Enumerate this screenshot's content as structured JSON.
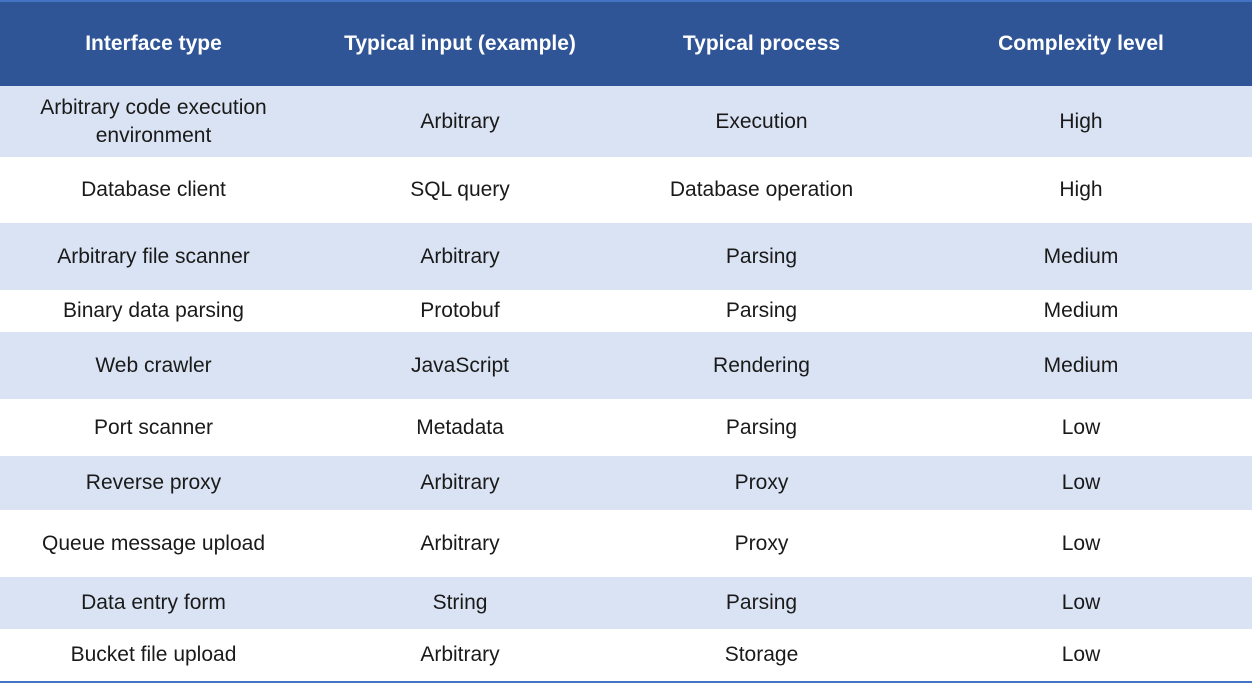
{
  "table": {
    "headers": [
      "Interface type",
      "Typical input (example)",
      "Typical process",
      "Complexity level"
    ],
    "rows": [
      [
        "Arbitrary code execution environment",
        "Arbitrary",
        "Execution",
        "High"
      ],
      [
        "Database client",
        "SQL query",
        "Database operation",
        "High"
      ],
      [
        "Arbitrary file scanner",
        "Arbitrary",
        "Parsing",
        "Medium"
      ],
      [
        "Binary data parsing",
        "Protobuf",
        "Parsing",
        "Medium"
      ],
      [
        "Web crawler",
        "JavaScript",
        "Rendering",
        "Medium"
      ],
      [
        "Port scanner",
        "Metadata",
        "Parsing",
        "Low"
      ],
      [
        "Reverse proxy",
        "Arbitrary",
        "Proxy",
        "Low"
      ],
      [
        "Queue message upload",
        "Arbitrary",
        "Proxy",
        "Low"
      ],
      [
        "Data entry form",
        "String",
        "Parsing",
        "Low"
      ],
      [
        "Bucket file upload",
        "Arbitrary",
        "Storage",
        "Low"
      ]
    ]
  },
  "colors": {
    "header_bg": "#2f5597",
    "row_shaded": "#dae3f3",
    "row_plain": "#ffffff",
    "rule": "#4472c4"
  }
}
